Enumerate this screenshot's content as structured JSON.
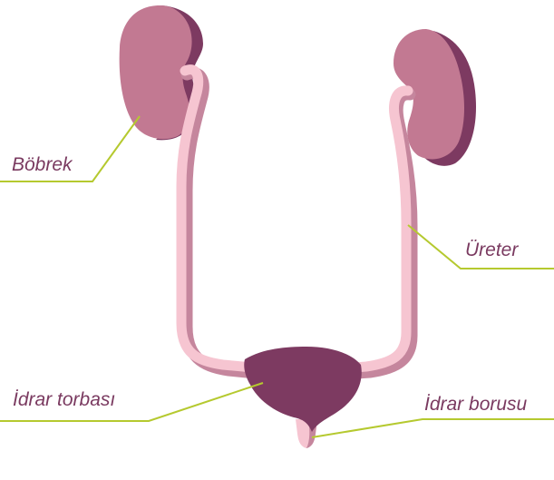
{
  "labels": {
    "kidney": "Böbrek",
    "ureter": "Üreter",
    "bladder": "İdrar torbası",
    "urethra": "İdrar borusu"
  },
  "colors": {
    "kidney_main": "#c27992",
    "kidney_shadow": "#7d3a61",
    "ureter_light": "#f6c5d1",
    "ureter_dark": "#c5869d",
    "bladder": "#7d3a61",
    "leader_line": "#b5c92f",
    "label_text": "#7a3a60"
  }
}
